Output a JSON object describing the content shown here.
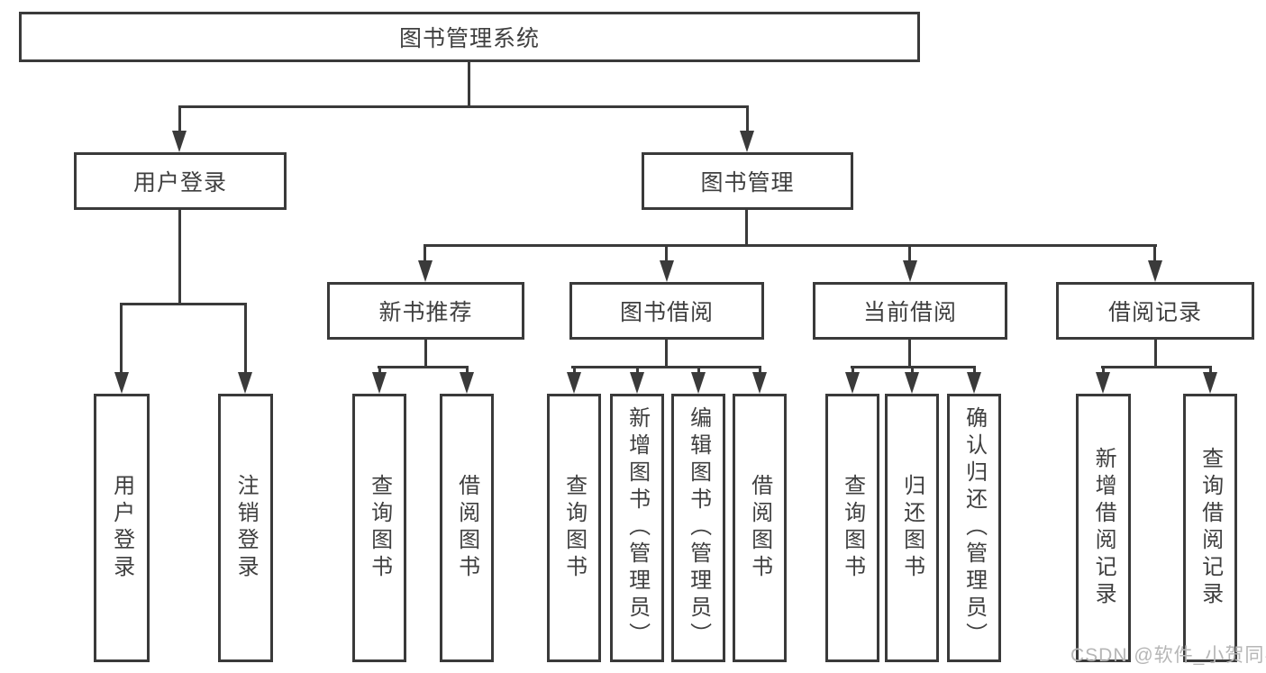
{
  "diagram": {
    "title": {
      "label": "图书管理系统"
    },
    "level2": [
      {
        "label": "用户登录"
      },
      {
        "label": "图书管理"
      }
    ],
    "level3": [
      {
        "label": "新书推荐"
      },
      {
        "label": "图书借阅"
      },
      {
        "label": "当前借阅"
      },
      {
        "label": "借阅记录"
      }
    ],
    "leaves": {
      "user_login": [
        {
          "label": "用户登录"
        },
        {
          "label": "注销登录"
        }
      ],
      "new_book_recommend": [
        {
          "label": "查询图书"
        },
        {
          "label": "借阅图书"
        }
      ],
      "book_borrow": [
        {
          "label": "查询图书"
        },
        {
          "label": "新增图书（管理员）"
        },
        {
          "label": "编辑图书（管理员）"
        },
        {
          "label": "借阅图书"
        }
      ],
      "current_borrow": [
        {
          "label": "查询图书"
        },
        {
          "label": "归还图书"
        },
        {
          "label": "确认归还（管理员）"
        }
      ],
      "borrow_records": [
        {
          "label": "新增借阅记录"
        },
        {
          "label": "查询借阅记录"
        }
      ]
    },
    "colors": {
      "line": "#3a3a3a",
      "text": "#3f3f3f",
      "background": "#ffffff",
      "watermark": "#b6b6b6"
    }
  },
  "watermark": {
    "text": "CSDN @软件_小贺同学"
  }
}
